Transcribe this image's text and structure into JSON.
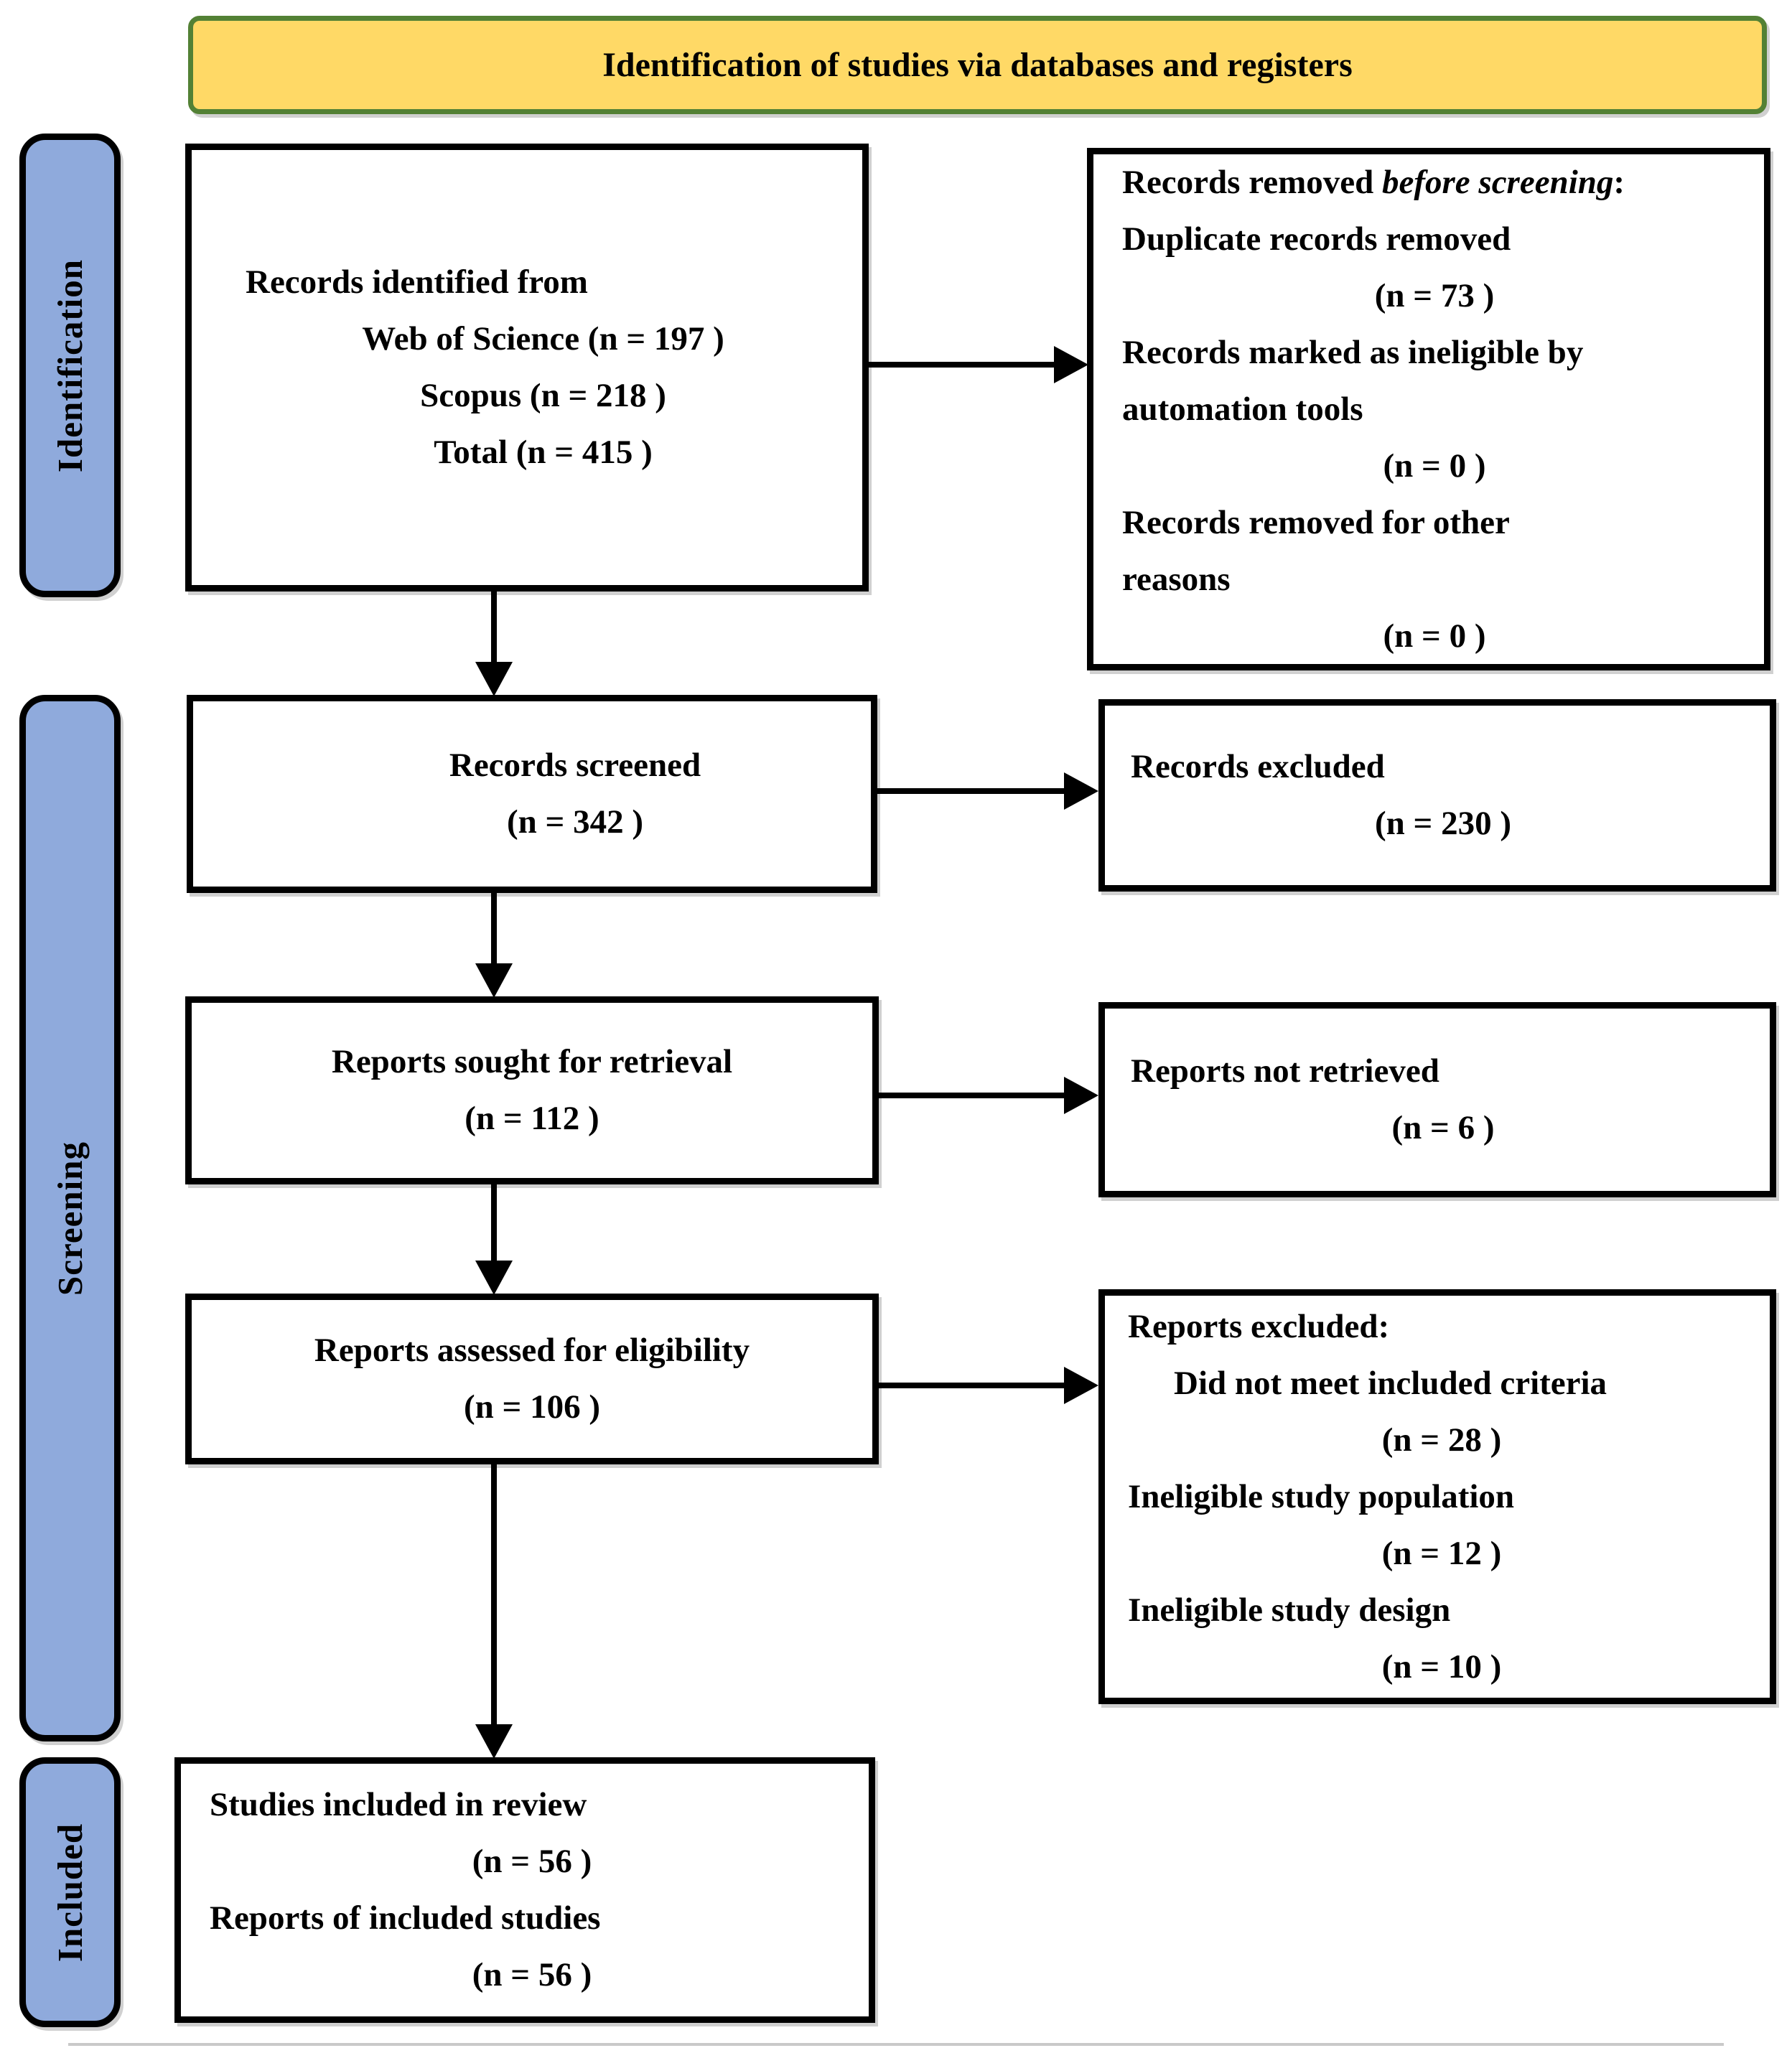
{
  "header": {
    "title": "Identification of studies via databases and registers"
  },
  "colors": {
    "header_bg": "#FFD966",
    "header_border": "#538135",
    "label_bg": "#8FAADC",
    "box_border": "#000000"
  },
  "side_labels": {
    "identification": "Identification",
    "screening": "Screening",
    "included": "Included"
  },
  "boxes": {
    "identified": {
      "line1": "Records identified from",
      "line2": "Web of Science (n = 197 )",
      "line3": "Scopus (n = 218 )",
      "line4": "Total (n = 415 )"
    },
    "removed": {
      "title_pre": "Records removed ",
      "title_em": "before screening",
      "title_post": ":",
      "item1": "Duplicate records removed",
      "item1_n": "(n = 73 )",
      "item2a": "Records marked as ineligible by",
      "item2b": "automation tools",
      "item2_n": "(n = 0 )",
      "item3a": "Records removed for other",
      "item3b": "reasons",
      "item3_n": "(n = 0 )"
    },
    "screened": {
      "line1": "Records screened",
      "n": "(n = 342 )"
    },
    "records_excluded": {
      "line1": "Records excluded",
      "n": "(n = 230 )"
    },
    "sought": {
      "line1": "Reports sought for retrieval",
      "n": "(n = 112 )"
    },
    "not_retrieved": {
      "line1": "Reports not retrieved",
      "n": "(n = 6 )"
    },
    "assessed": {
      "line1": "Reports assessed for eligibility",
      "n": "(n = 106 )"
    },
    "reports_excluded": {
      "title": "Reports excluded:",
      "item1": "Did not meet included criteria",
      "item1_n": "(n = 28 )",
      "item2": "Ineligible study population",
      "item2_n": "(n = 12 )",
      "item3": "Ineligible study design",
      "item3_n": "(n = 10 )"
    },
    "included": {
      "line1": "Studies included in review",
      "line1_n": "(n = 56 )",
      "line2": "Reports of included studies",
      "line2_n": "(n = 56 )"
    }
  }
}
